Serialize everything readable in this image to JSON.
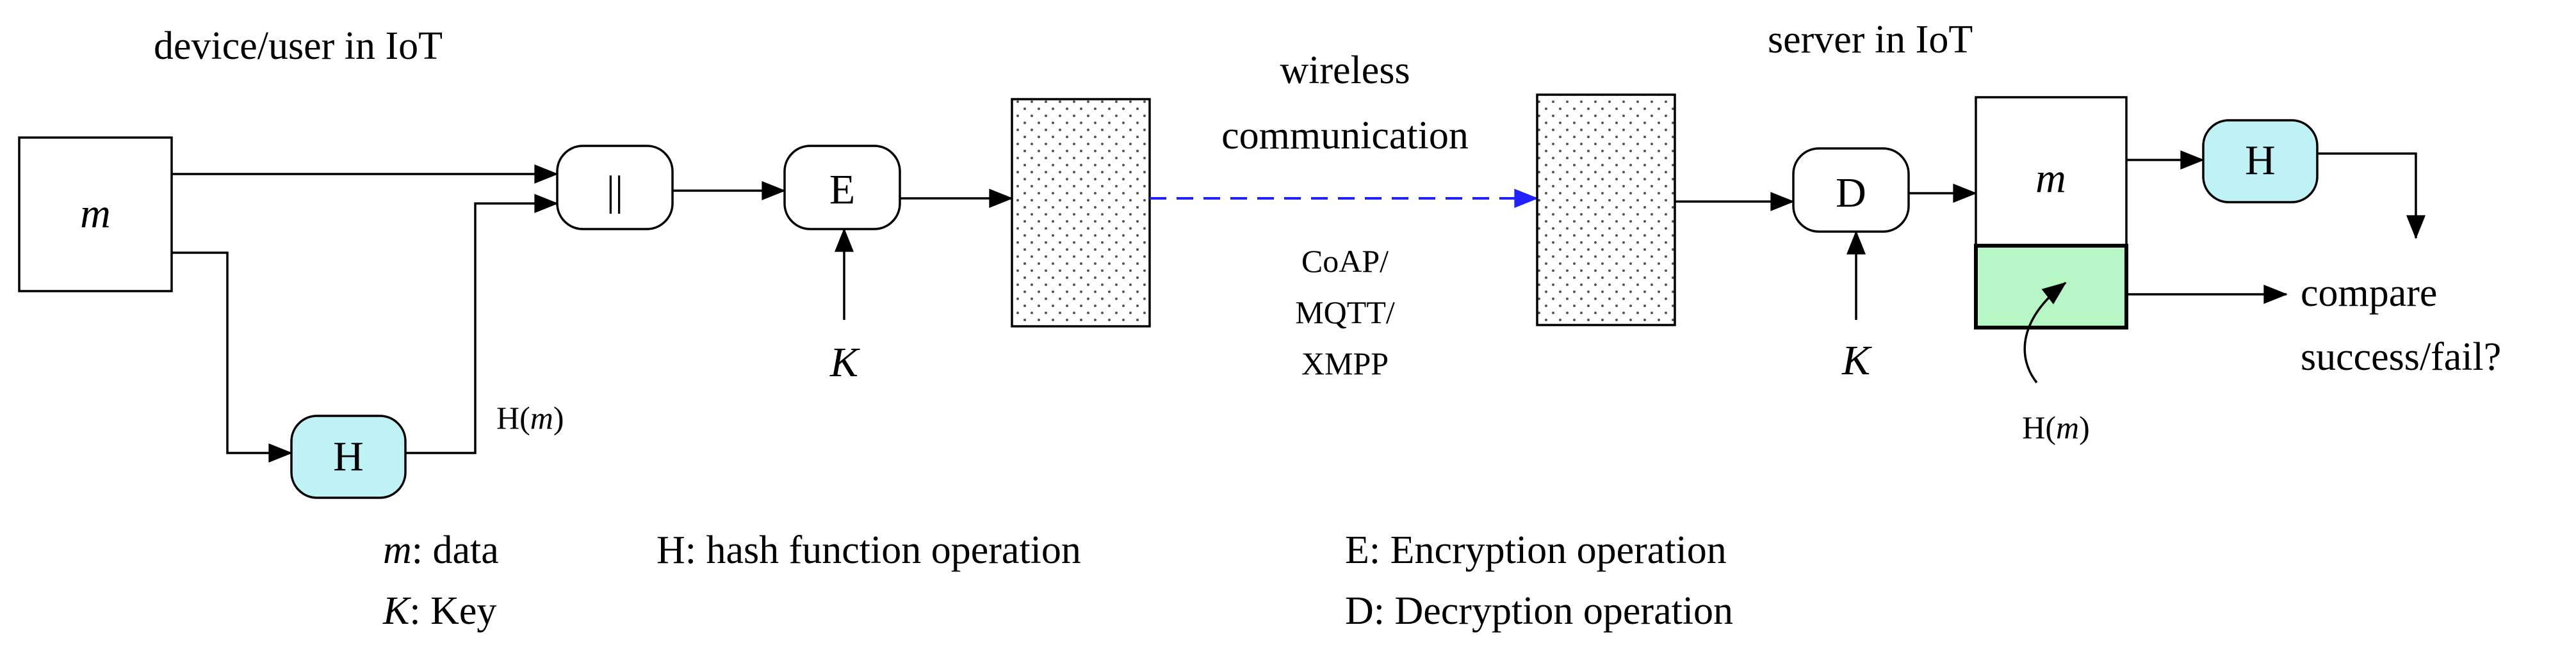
{
  "titles": {
    "left": "device/user in IoT",
    "right": "server in IoT"
  },
  "channel": {
    "label_line1": "wireless",
    "label_line2": "communication",
    "protocols": [
      "CoAP/",
      "MQTT/",
      "XMPP"
    ]
  },
  "nodes": {
    "data_box": "m",
    "hash_left": "H",
    "concat": "||",
    "encrypt": "E",
    "key_left": "K",
    "decrypt": "D",
    "key_right": "K",
    "recv_data": "m",
    "hash_right": "H"
  },
  "labels": {
    "hash_out_prefix": "H(",
    "hash_out_var": "m",
    "hash_out_suffix": ")",
    "compare_line1": "compare",
    "compare_line2": "success/fail?"
  },
  "legend": {
    "m_sym": "m",
    "m_desc": ": data",
    "k_sym": "K",
    "k_desc": ": Key",
    "h": "H: hash function operation",
    "e": "E: Encryption operation",
    "d": "D: Decryption operation"
  },
  "colors": {
    "hash_fill": "#bff2f5",
    "hash_store_fill": "#b6f5c4",
    "wireless_arrow": "#1f22ff",
    "packet_fill": "#ffffff",
    "packet_dots": "#555555"
  }
}
